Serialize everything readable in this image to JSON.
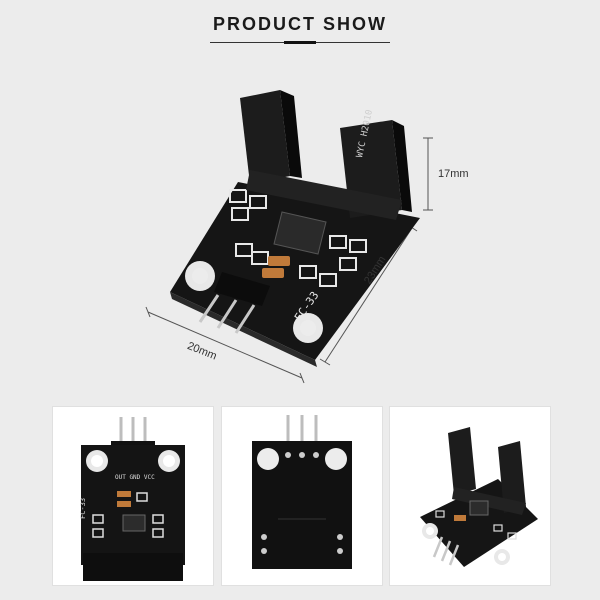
{
  "header": {
    "title": "PRODUCT SHOW"
  },
  "dimensions": {
    "height": "17mm",
    "depth": "23mm",
    "width": "20mm"
  },
  "board": {
    "model": "FC-33",
    "sensor_text": "WYC H2010",
    "pin_labels": "OUT GND VCC"
  },
  "colors": {
    "pcb": "#141414",
    "silk": "#e8e8e8",
    "pin": "#c8c8c8",
    "background": "#ececec"
  }
}
